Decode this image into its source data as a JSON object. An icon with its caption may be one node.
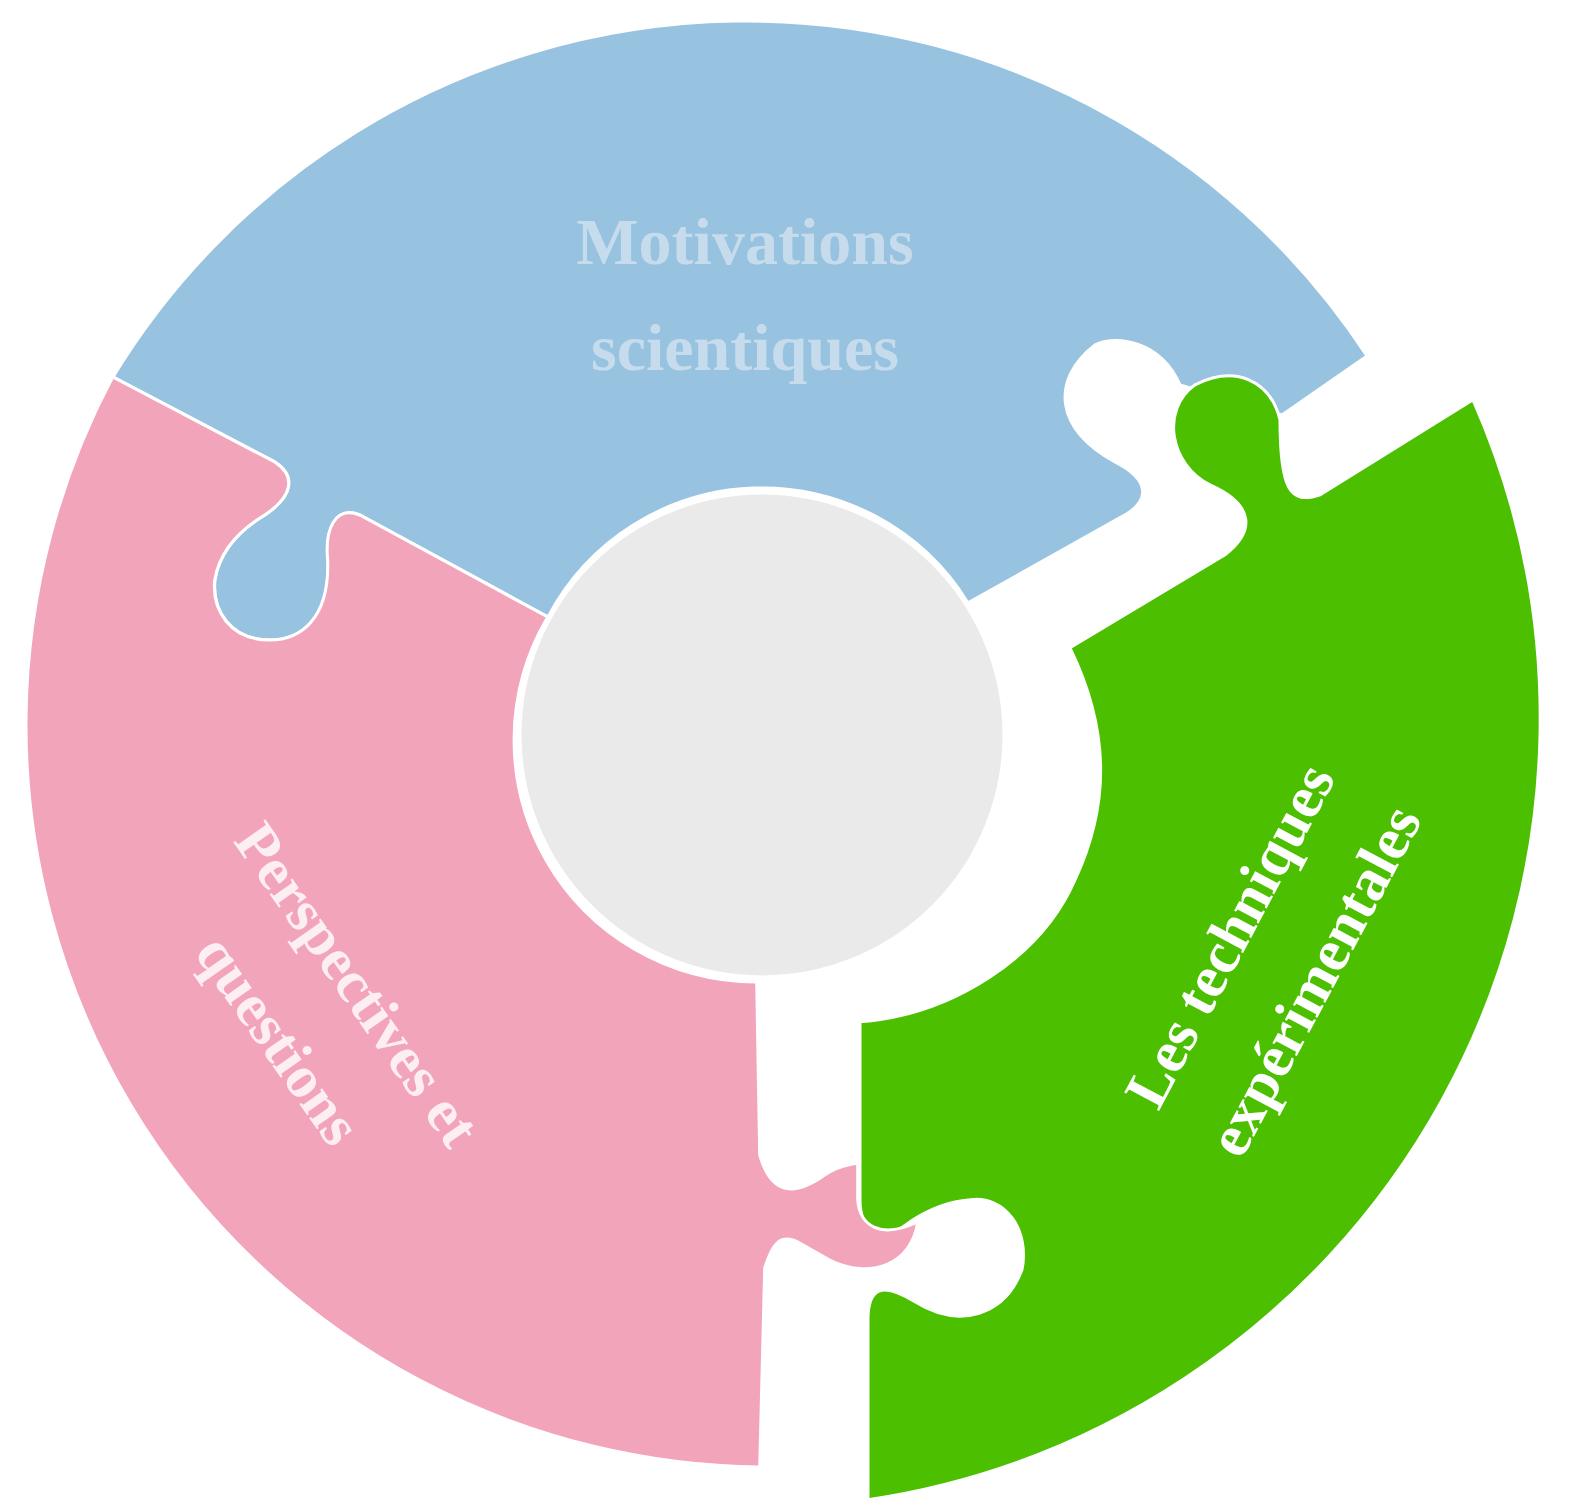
{
  "diagram": {
    "nodes": [
      {
        "text": [
          "Motivations scientiques"
        ]
      },
      {
        "text": [
          "Les techniques expérimentales"
        ]
      },
      {
        "text": [
          "Perspectives et questions"
        ]
      },
      {
        "text": [],
        "shape": "circle"
      }
    ]
  }
}
